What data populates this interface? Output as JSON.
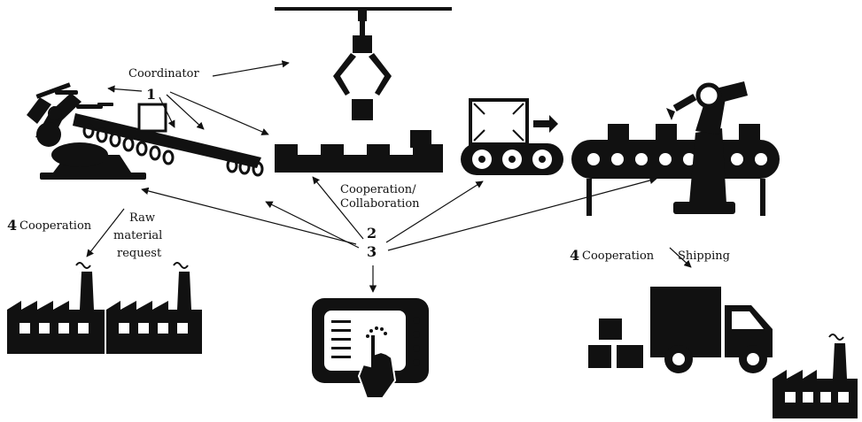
{
  "labels": {
    "coordinator": "Coordinator",
    "step1": "1",
    "step23a": "2",
    "step23b": "3",
    "cooperation_collab_1": "Cooperation/",
    "cooperation_collab_2": "Collaboration",
    "left_step": "4",
    "left_cooperation": "Cooperation",
    "raw_1": "Raw",
    "raw_2": "material",
    "raw_3": "request",
    "right_step": "4",
    "right_cooperation": "Cooperation",
    "shipping": "Shipping"
  },
  "colors": {
    "ink": "#111111",
    "background": "#ffffff"
  },
  "icons": [
    "robotic-arm-conveyor-icon",
    "gripper-claw-icon",
    "conveyor-box-icon",
    "assembly-line-robot-icon",
    "touchscreen-panel-icon",
    "factory-icon",
    "boxes-icon",
    "delivery-truck-icon"
  ]
}
